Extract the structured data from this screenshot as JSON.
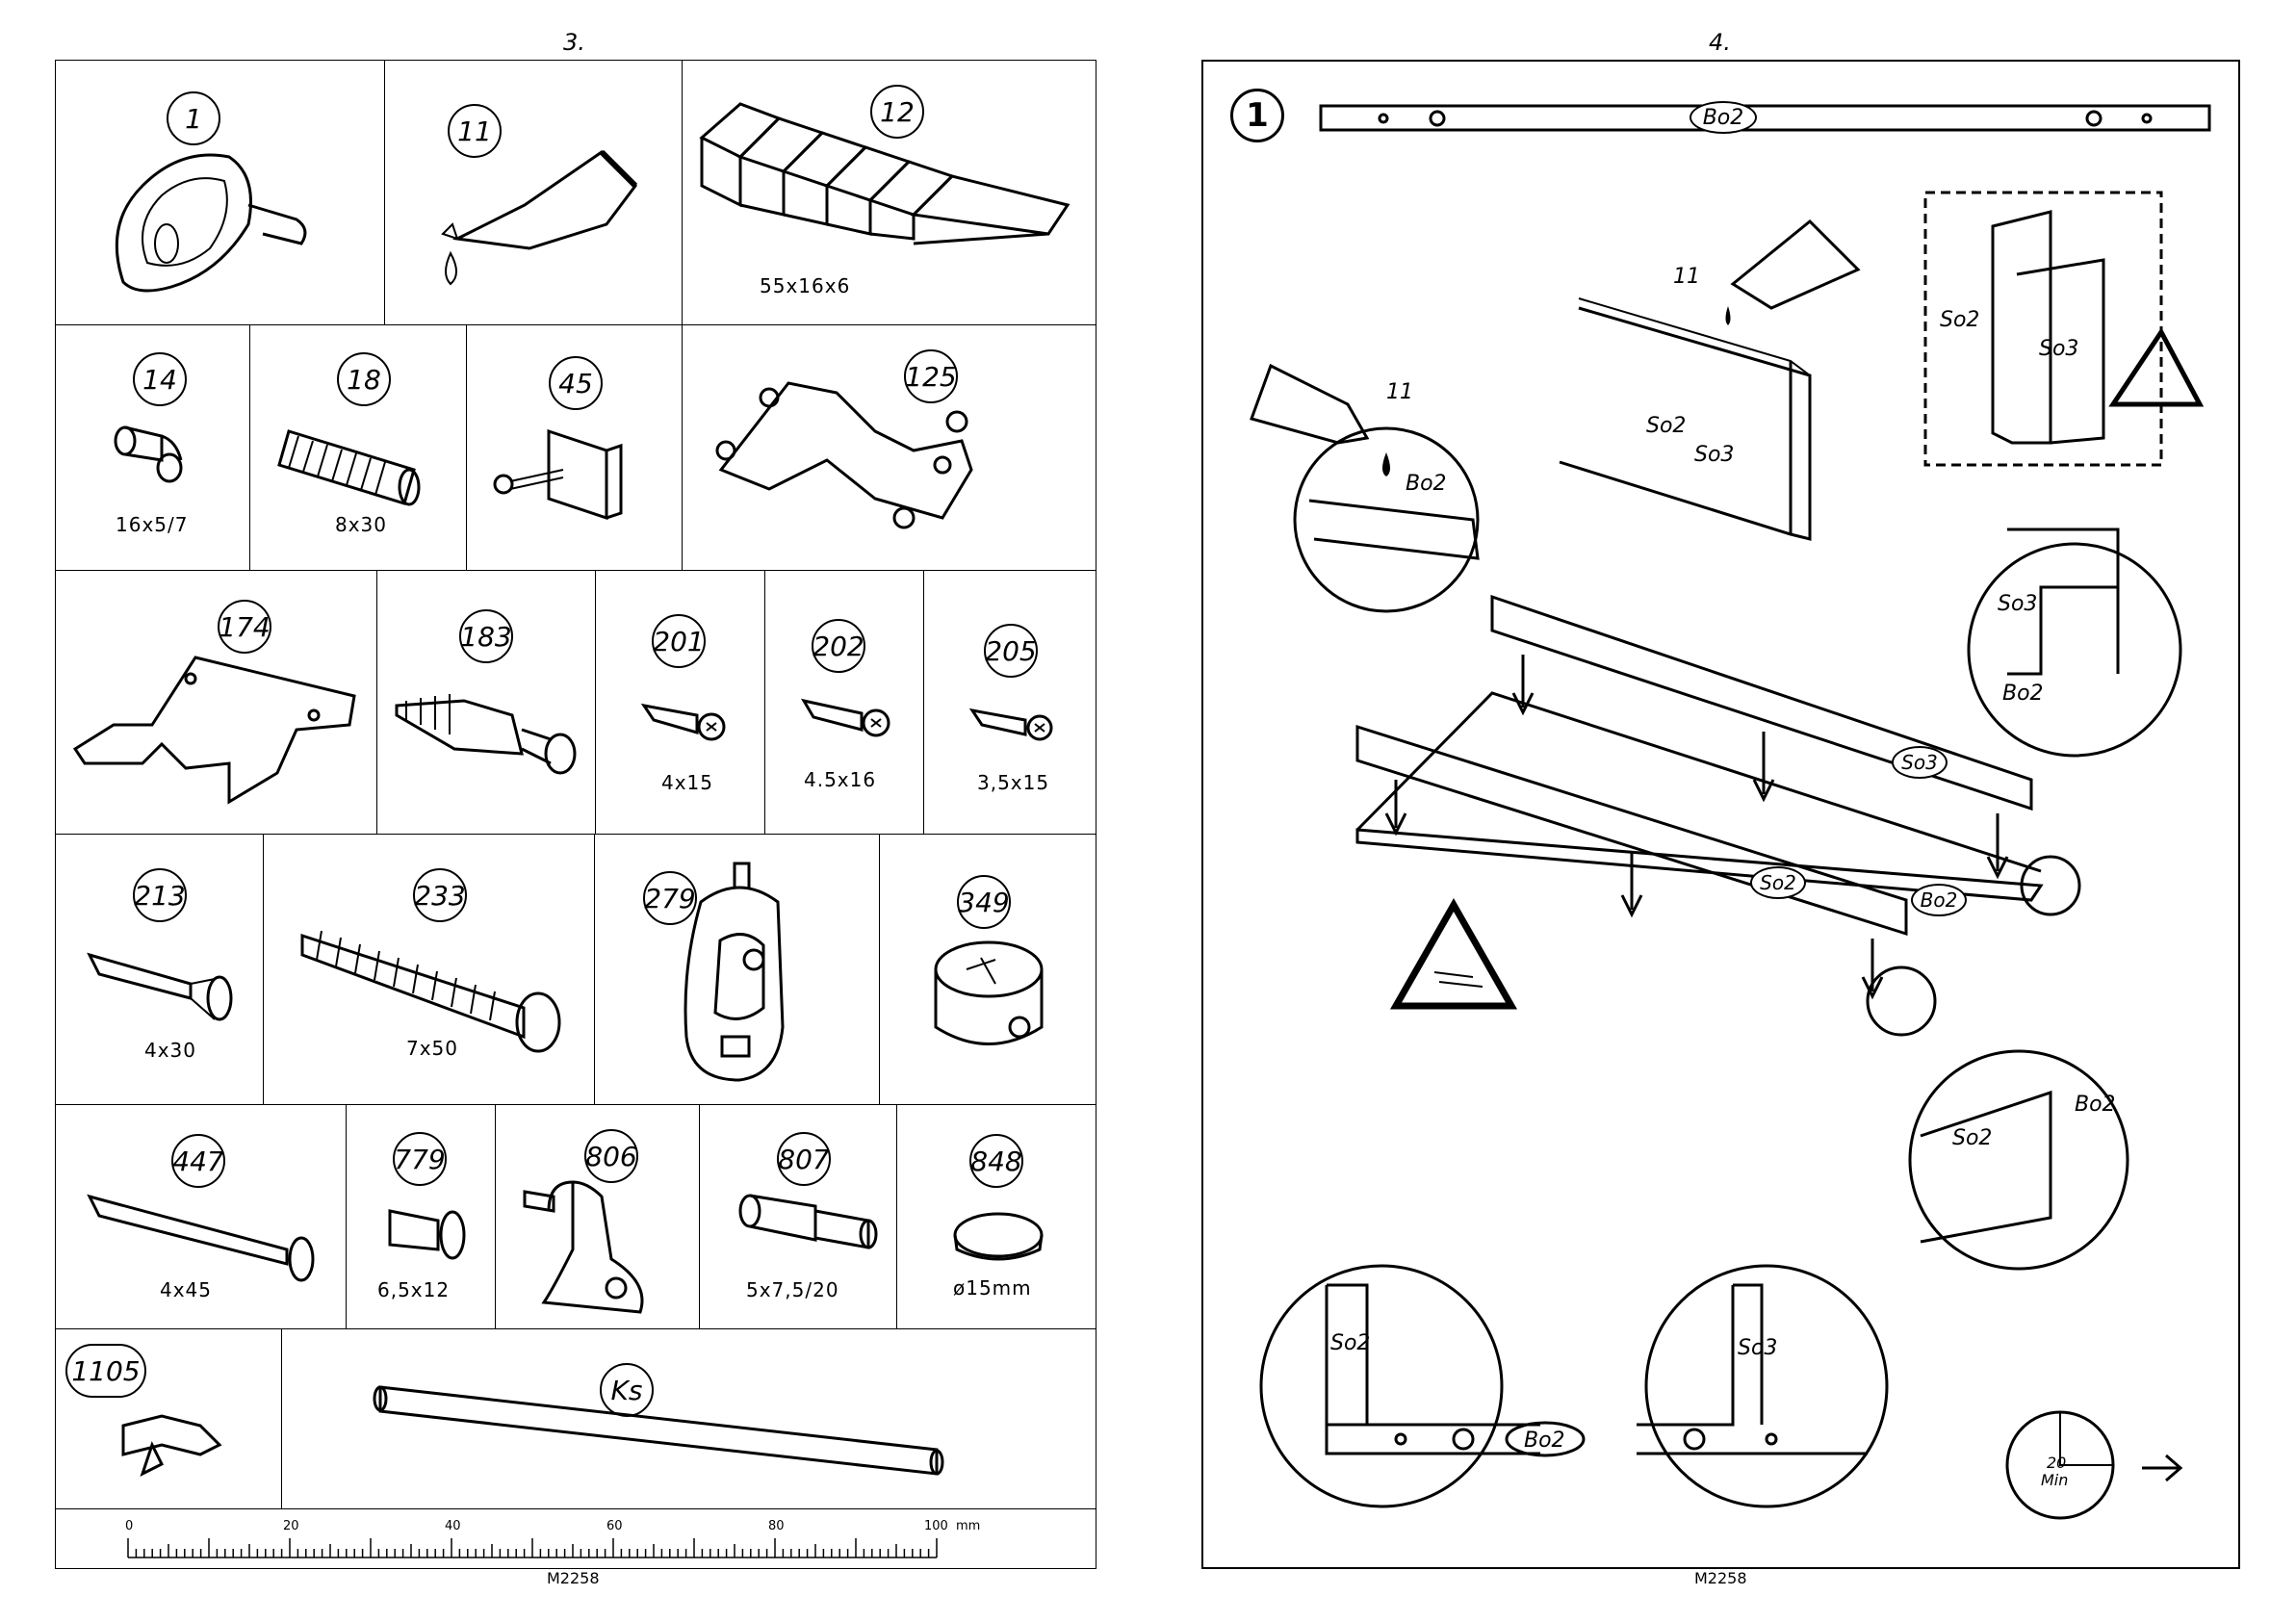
{
  "left_page": {
    "page_number": "3.",
    "footer_code": "M2258",
    "parts": [
      {
        "id": "1",
        "dim": ""
      },
      {
        "id": "11",
        "dim": ""
      },
      {
        "id": "12",
        "dim": "55x16x6"
      },
      {
        "id": "14",
        "dim": "16x5/7"
      },
      {
        "id": "18",
        "dim": "8x30"
      },
      {
        "id": "45",
        "dim": ""
      },
      {
        "id": "125",
        "dim": ""
      },
      {
        "id": "174",
        "dim": ""
      },
      {
        "id": "183",
        "dim": ""
      },
      {
        "id": "201",
        "dim": "4x15"
      },
      {
        "id": "202",
        "dim": "4.5x16"
      },
      {
        "id": "205",
        "dim": "3,5x15"
      },
      {
        "id": "213",
        "dim": "4x30"
      },
      {
        "id": "233",
        "dim": "7x50"
      },
      {
        "id": "279",
        "dim": ""
      },
      {
        "id": "349",
        "dim": ""
      },
      {
        "id": "447",
        "dim": "4x45"
      },
      {
        "id": "779",
        "dim": "6,5x12"
      },
      {
        "id": "806",
        "dim": ""
      },
      {
        "id": "807",
        "dim": "5x7,5/20"
      },
      {
        "id": "848",
        "dim": "ø15mm"
      },
      {
        "id": "1105",
        "dim": ""
      },
      {
        "id": "Ks",
        "dim": ""
      }
    ],
    "ruler": {
      "labels": [
        "0",
        "20",
        "40",
        "60",
        "80",
        "100"
      ],
      "unit": "mm"
    }
  },
  "right_page": {
    "page_number": "4.",
    "footer_code": "M2258",
    "step": "1",
    "labels": {
      "bo2": "Bo2",
      "so2": "So2",
      "so3": "So3",
      "glue": "11",
      "time_value": "20",
      "time_unit": "Min",
      "next_arrow": "→"
    }
  }
}
